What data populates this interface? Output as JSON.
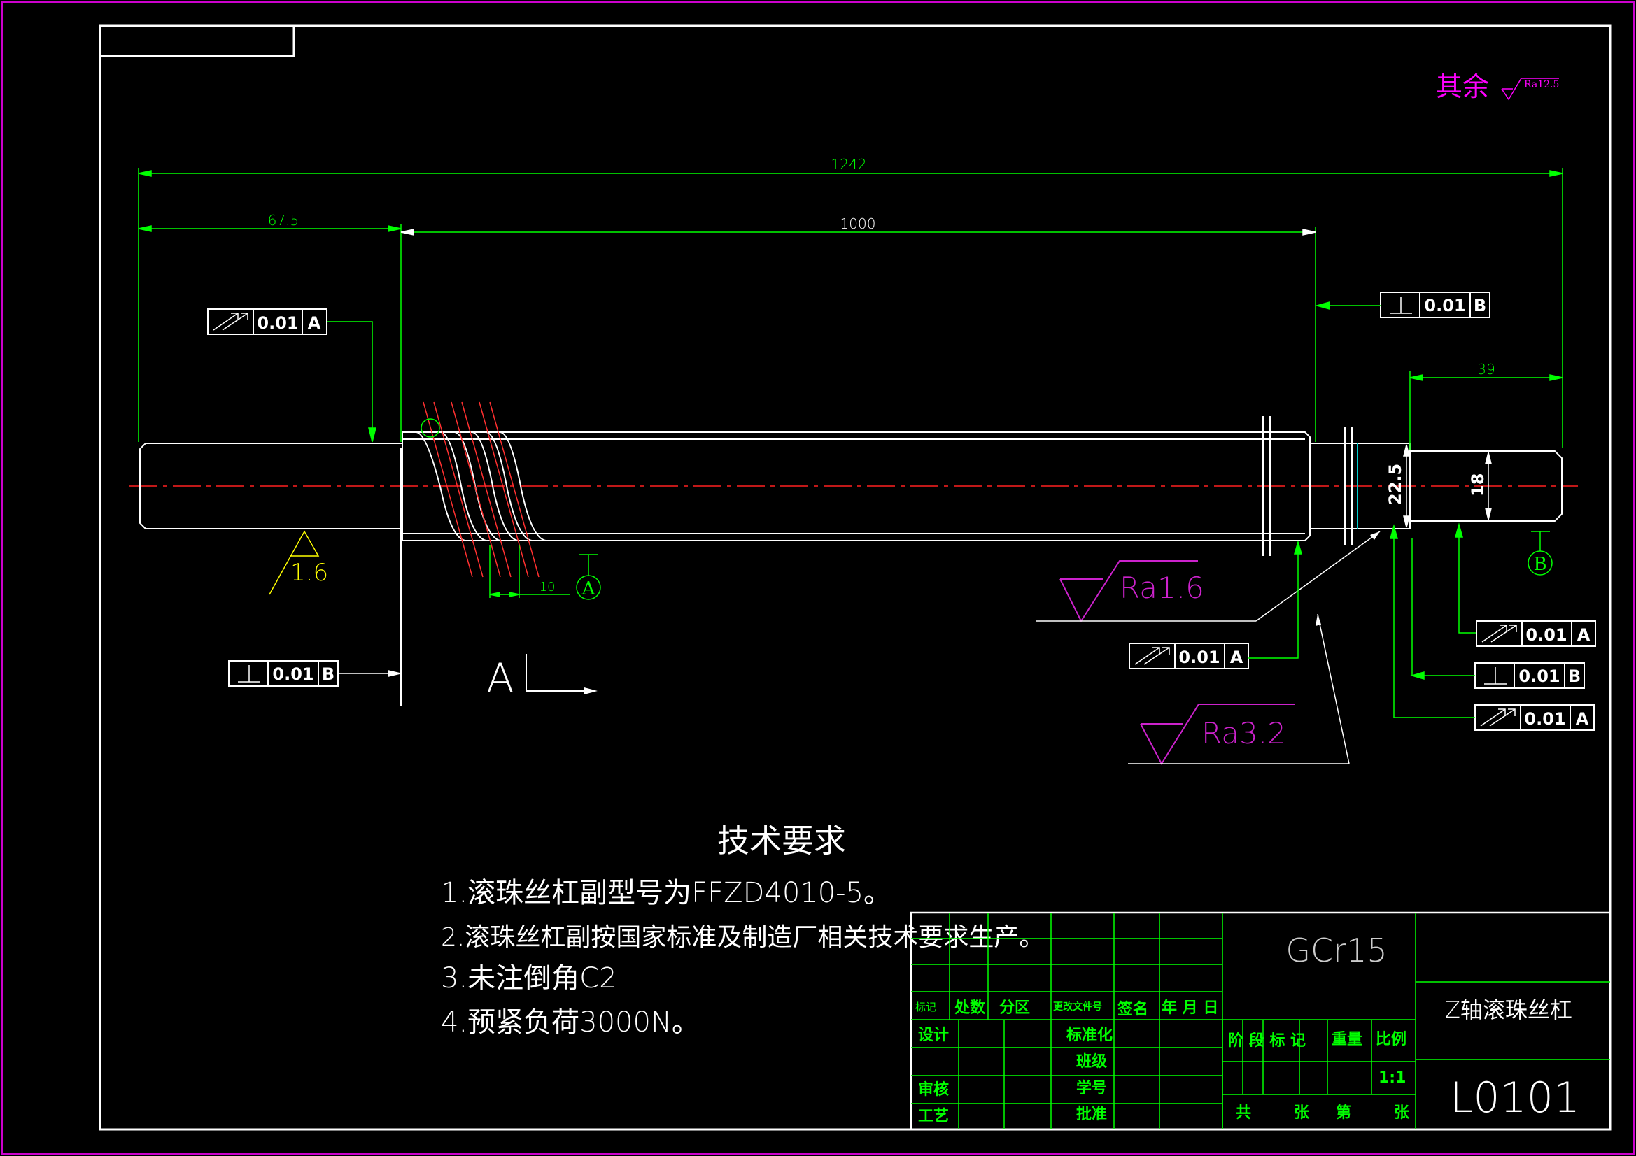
{
  "colors": {
    "background": "#000000",
    "border": "#ffffff",
    "frame": "#cc00cc",
    "dimension": "#00ff00",
    "centerline": "#ff2020",
    "thread": "#ff3030",
    "roughness_marker": "#ffff00",
    "roughness_callout": "#cc22cc",
    "general_roughness": "#ff00ff"
  },
  "general_roughness": {
    "prefix": "其余",
    "value": "Ra12.5"
  },
  "dimensions": {
    "overall": "1242",
    "left_shoulder": "67.5",
    "thread_length": "1000",
    "right_journal": "39",
    "diameter_large": "22.5",
    "diameter_small": "18",
    "pitch": "10"
  },
  "datums": {
    "a": "A",
    "b": "B"
  },
  "section_marker": {
    "letter": "A"
  },
  "roughness": {
    "left_shaft": "1.6",
    "callout_1": "Ra1.6",
    "callout_2": "Ra3.2"
  },
  "tolerance_frames": [
    {
      "symbol": "circular-runout",
      "value": "0.01",
      "datum": "A"
    },
    {
      "symbol": "perpendicularity",
      "value": "0.01",
      "datum": "B"
    },
    {
      "symbol": "perpendicularity",
      "value": "0.01",
      "datum": "B"
    },
    {
      "symbol": "circular-runout",
      "value": "0.01",
      "datum": "A"
    },
    {
      "symbol": "circular-runout",
      "value": "0.01",
      "datum": "A"
    },
    {
      "symbol": "perpendicularity",
      "value": "0.01",
      "datum": "B"
    },
    {
      "symbol": "circular-runout",
      "value": "0.01",
      "datum": "A"
    }
  ],
  "technical_requirements": {
    "title": "技术要求",
    "items": [
      "1.滚珠丝杠副型号为FFZD4010-5。",
      "2.滚珠丝杠副按国家标准及制造厂相关技术要求生产。",
      "3.未注倒角C2",
      "4.预紧负荷3000N。"
    ]
  },
  "title_block": {
    "material": "GCr15",
    "part_name": "Z轴滚珠丝杠",
    "drawing_number": "L0101",
    "labels": {
      "mark": "标记",
      "count": "处数",
      "zone": "分区",
      "change_doc": "更改文件号",
      "sign": "签名",
      "date": "年 月 日",
      "design": "设计",
      "standardize": "标准化",
      "class": "班级",
      "student_no": "学号",
      "review": "审核",
      "process": "工艺",
      "approve": "批准",
      "stage_mark": "阶 段 标 记",
      "weight": "重量",
      "scale": "比例",
      "scale_value": "1:1",
      "total": "共",
      "sheets": "张",
      "nth": "第",
      "sheet": "张"
    }
  }
}
